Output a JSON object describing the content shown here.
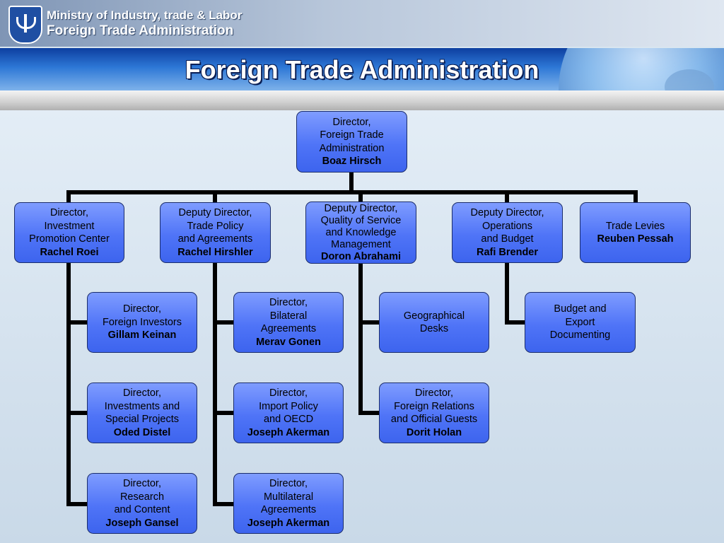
{
  "header": {
    "ministry": "Ministry of Industry, trade & Labor",
    "department": "Foreign Trade Administration",
    "title": "Foreign Trade Administration"
  },
  "icons": {
    "emblem": "state-emblem-icon",
    "globe": "globe-icon"
  },
  "colors": {
    "box": "#4f74f7",
    "title_band": "#1a55b8",
    "connector": "#000000"
  },
  "boxes": {
    "root": {
      "title": "Director,\nForeign Trade\nAdministration",
      "name": "Boaz Hirsch"
    },
    "investment": {
      "title": "Director,\nInvestment\nPromotion Center",
      "name": "Rachel Roei"
    },
    "trade_policy": {
      "title": "Deputy Director,\nTrade Policy\nand Agreements",
      "name": "Rachel Hirshler"
    },
    "quality": {
      "title": "Deputy Director,\nQuality of Service\nand Knowledge\nManagement",
      "name": "Doron Abrahami"
    },
    "operations": {
      "title": "Deputy Director,\nOperations\nand Budget",
      "name": "Rafi Brender"
    },
    "levies": {
      "title": "Trade Levies",
      "name": "Reuben Pessah"
    },
    "foreign_investors": {
      "title": "Director,\nForeign Investors",
      "name": "Gillam Keinan"
    },
    "special_projects": {
      "title": "Director,\nInvestments and\nSpecial Projects",
      "name": "Oded Distel"
    },
    "research": {
      "title": "Director,\nResearch\nand Content",
      "name": "Joseph Gansel"
    },
    "bilateral": {
      "title": "Director,\nBilateral\nAgreements",
      "name": "Merav Gonen"
    },
    "import_policy": {
      "title": "Director,\nImport Policy\nand OECD",
      "name": "Joseph Akerman"
    },
    "multilateral": {
      "title": "Director,\nMultilateral\nAgreements",
      "name": "Joseph Akerman"
    },
    "geo_desks": {
      "title": "Geographical\nDesks",
      "name": ""
    },
    "foreign_relations": {
      "title": "Director,\nForeign Relations\nand Official Guests",
      "name": "Dorit Holan"
    },
    "budget_export": {
      "title": "Budget and\nExport\nDocumenting",
      "name": ""
    }
  }
}
